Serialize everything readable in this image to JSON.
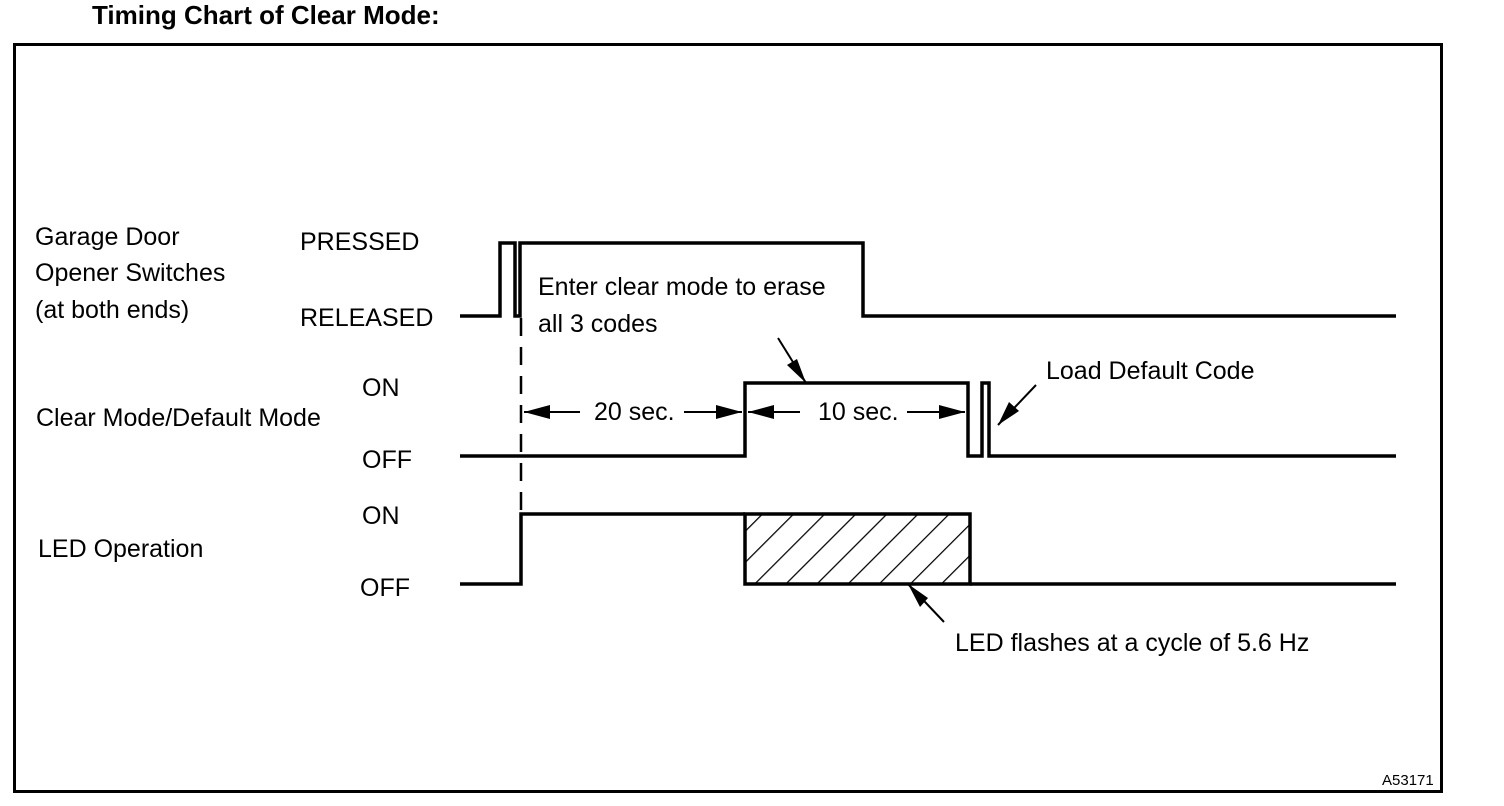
{
  "title": "Timing Chart of Clear Mode:",
  "signals": [
    {
      "name_lines": [
        "Garage Door",
        "Opener Switches",
        "(at both ends)"
      ],
      "high_label": "PRESSED",
      "low_label": "RELEASED"
    },
    {
      "name_lines": [
        "Clear Mode/Default Mode"
      ],
      "high_label": "ON",
      "low_label": "OFF"
    },
    {
      "name_lines": [
        "LED Operation"
      ],
      "high_label": "ON",
      "low_label": "OFF"
    }
  ],
  "annotations": {
    "enter_clear": [
      "Enter clear mode to erase",
      "all 3 codes"
    ],
    "interval_1": "20 sec.",
    "interval_2": "10 sec.",
    "load_default": "Load Default Code",
    "led_flash": "LED flashes at a cycle of 5.6 Hz"
  },
  "figure_code": "A53171"
}
